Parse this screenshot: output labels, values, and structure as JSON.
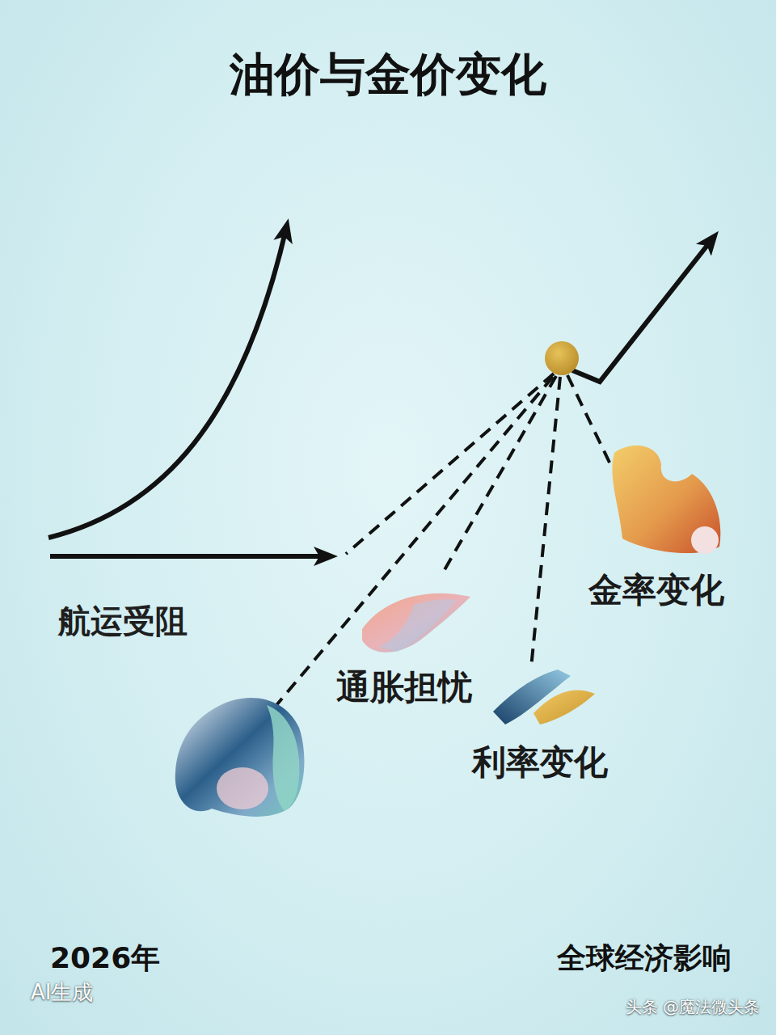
{
  "diagram": {
    "title": "油价与金价变化",
    "nodes": [
      {
        "text": [
          "通胀担忧"
        ]
      },
      {
        "text": [
          "利率变化"
        ]
      },
      {
        "text": [
          "金率变化"
        ]
      }
    ],
    "edges": [],
    "labels": [
      "航运受阻",
      "2026年",
      "全球经济影响",
      "AI生成",
      "头条 @魔法微头条"
    ]
  }
}
